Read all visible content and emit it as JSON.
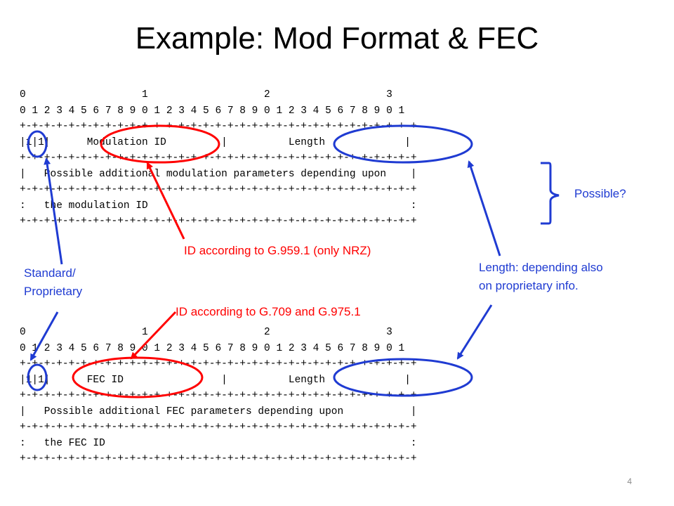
{
  "title": "Example: Mod Format & FEC",
  "block1": {
    "lines": [
      "0                   1                   2                   3",
      "0 1 2 3 4 5 6 7 8 9 0 1 2 3 4 5 6 7 8 9 0 1 2 3 4 5 6 7 8 9 0 1",
      "+-+-+-+-+-+-+-+-+-+-+-+-+-+-+-+-+-+-+-+-+-+-+-+-+-+-+-+-+-+-+-+-+",
      "|1|1|      Modulation ID         |          Length             |",
      "+-+-+-+-+-+-+-+-+-+-+-+-+-+-+-+-+-+-+-+-+-+-+-+-+-+-+-+-+-+-+-+-+",
      "|   Possible additional modulation parameters depending upon    |",
      "+-+-+-+-+-+-+-+-+-+-+-+-+-+-+-+-+-+-+-+-+-+-+-+-+-+-+-+-+-+-+-+-+",
      ":   the modulation ID                                           :",
      "+-+-+-+-+-+-+-+-+-+-+-+-+-+-+-+-+-+-+-+-+-+-+-+-+-+-+-+-+-+-+-+-+"
    ]
  },
  "block2": {
    "lines": [
      "0                   1                   2                   3",
      "0 1 2 3 4 5 6 7 8 9 0 1 2 3 4 5 6 7 8 9 0 1 2 3 4 5 6 7 8 9 0 1",
      "+-+-+-+-+-+-+-+-+-+-+-+-+-+-+-+-+-+-+-+-+-+-+-+-+-+-+-+-+-+-+-+-+",
      "|1|1|      FEC ID                |          Length             |",
      "+-+-+-+-+-+-+-+-+-+-+-+-+-+-+-+-+-+-+-+-+-+-+-+-+-+-+-+-+-+-+-+-+",
      "|   Possible additional FEC parameters depending upon           |",
      "+-+-+-+-+-+-+-+-+-+-+-+-+-+-+-+-+-+-+-+-+-+-+-+-+-+-+-+-+-+-+-+-+",
      ":   the FEC ID                                                  :",
      "+-+-+-+-+-+-+-+-+-+-+-+-+-+-+-+-+-+-+-+-+-+-+-+-+-+-+-+-+-+-+-+-+"
    ]
  },
  "annotations": {
    "id_g959": "ID according to G.959.1 (only NRZ)",
    "id_g709": "ID according to G.709 and G.975.1",
    "standard_line1": "Standard/",
    "standard_line2": "Proprietary",
    "length_line1": "Length: depending also",
    "length_line2": "on proprietary info.",
    "possible": "Possible?"
  },
  "colors": {
    "red": "#ff0000",
    "blue": "#1f3bd2"
  },
  "page_number": "4"
}
